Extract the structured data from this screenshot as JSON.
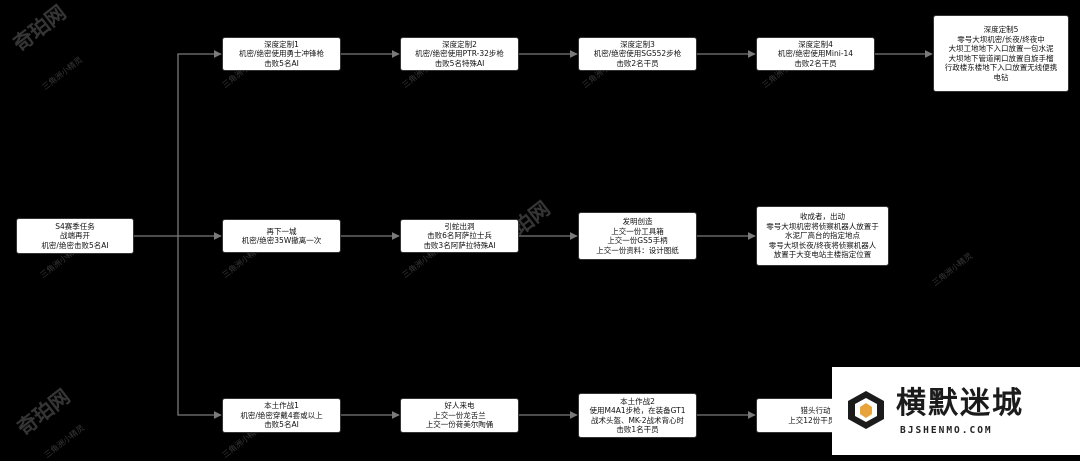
{
  "nodes": {
    "root": [
      "S4赛季任务",
      "战端再开",
      "机密/绝密击败5名AI"
    ],
    "deep1": [
      "深度定制1",
      "机密/绝密使用勇士冲锋枪",
      "击败5名AI"
    ],
    "deep2": [
      "深度定制2",
      "机密/绝密使用PTR-32步枪",
      "击败5名特殊AI"
    ],
    "deep3": [
      "深度定制3",
      "机密/绝密使用SG552步枪",
      "击败2名干员"
    ],
    "deep4": [
      "深度定制4",
      "机密/绝密使用Mini-14",
      "击败2名干员"
    ],
    "deep5": [
      "深度定制5",
      "零号大坝机密/长夜/终夜中",
      "大坝工地地下入口放置一包水泥",
      "大坝地下管道闸口放置自旋手榴",
      "行政楼东楼地下入口放置无线便携",
      "电钻"
    ],
    "mid1": [
      "再下一城",
      "机密/绝密35W撤离一次"
    ],
    "mid2": [
      "引蛇出洞",
      "击败6名阿萨拉士兵",
      "击败3名阿萨拉特殊AI"
    ],
    "mid3": [
      "发明创造",
      "上交一份工具箱",
      "上交一份GS5手柄",
      "上交一份资料：设计图纸"
    ],
    "mid4": [
      "收成者，出动",
      "零号大坝机密将侦察机器人放置于",
      "水泥厂高台的指定地点",
      "零号大坝长夜/终夜将侦察机器人",
      "放置于大变电站主楼指定位置"
    ],
    "low1": [
      "本土作战1",
      "机密/绝密穿戴4套或以上",
      "击败5名AI"
    ],
    "low2": [
      "好人来电",
      "上交一份龙舌兰",
      "上交一份荷美尔陶俑"
    ],
    "low3": [
      "本土作战2",
      "使用M4A1步枪，在装备GT1",
      "战术头盔、MK-2战术背心时",
      "击败1名干员"
    ],
    "low4": [
      "猎头行动",
      "上交12份干员身"
    ]
  },
  "watermarks": {
    "big": "奇珀网",
    "small": "三角洲小精灵"
  },
  "logo": {
    "title": "横默迷城",
    "url": "BJSHENMO.COM"
  }
}
